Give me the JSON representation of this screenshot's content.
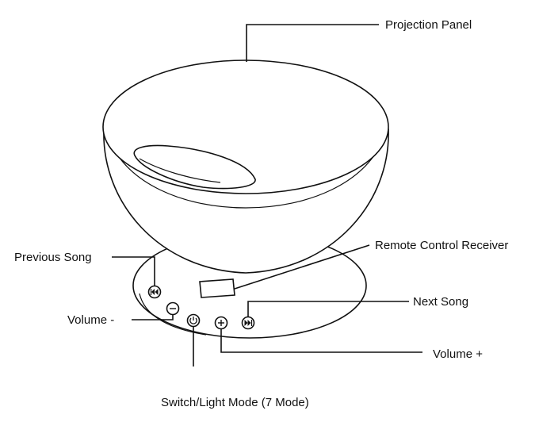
{
  "labels": {
    "projection_panel": "Projection Panel",
    "remote_control_receiver": "Remote Control Receiver",
    "previous_song": "Previous Song",
    "next_song": "Next Song",
    "volume_minus": "Volume -",
    "volume_plus": "Volume +",
    "switch_light_mode": "Switch/Light Mode (7 Mode)"
  },
  "icons": {
    "previous_song": "previous-track-icon",
    "volume_minus": "minus-icon",
    "power": "power-icon",
    "volume_plus": "plus-icon",
    "next_song": "next-track-icon"
  },
  "colors": {
    "line": "#111111",
    "background": "#ffffff"
  }
}
